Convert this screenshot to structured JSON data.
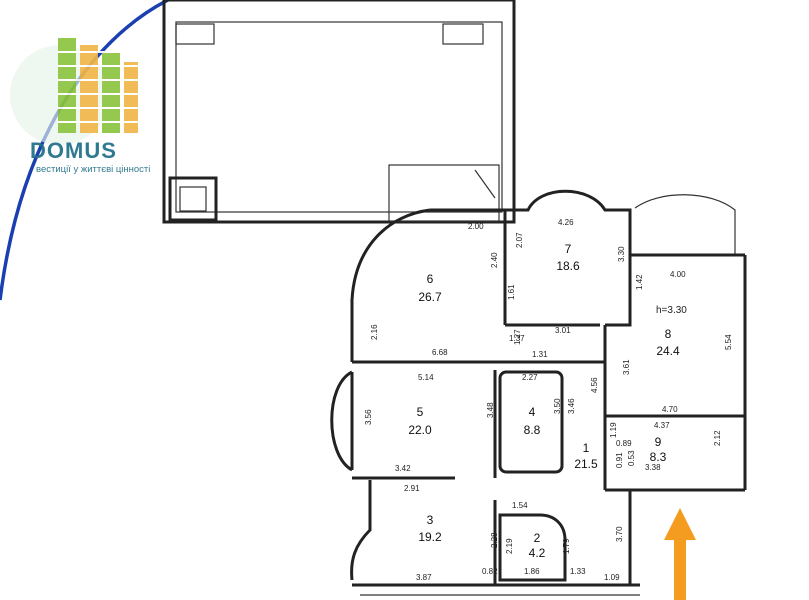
{
  "logo": {
    "brand": "DOMUS",
    "tagline": "вестиції у життєві цінності",
    "colors": {
      "building_green": "#8cc43f",
      "building_orange": "#f0b74a",
      "text": "#1f6f87",
      "arc": "#1a3fb0"
    }
  },
  "height_note": "h=3.30",
  "rooms": [
    {
      "number": "1",
      "area": "21.5"
    },
    {
      "number": "2",
      "area": "4.2"
    },
    {
      "number": "3",
      "area": "19.2"
    },
    {
      "number": "4",
      "area": "8.8"
    },
    {
      "number": "5",
      "area": "22.0"
    },
    {
      "number": "6",
      "area": "26.7"
    },
    {
      "number": "7",
      "area": "18.6"
    },
    {
      "number": "8",
      "area": "24.4"
    },
    {
      "number": "9",
      "area": "8.3"
    }
  ],
  "dimensions": [
    "2.00",
    "2.40",
    "1.61",
    "2.07",
    "4.26",
    "3.30",
    "4.00",
    "1.42",
    "3.01",
    "1.37",
    "1.27",
    "1.31",
    "2.16",
    "6.68",
    "5.14",
    "2.27",
    "3.56",
    "3.48",
    "3.50",
    "3.46",
    "4.56",
    "3.61",
    "5.54",
    "4.70",
    "4.37",
    "1.19",
    "0.89",
    "0.91",
    "0.53",
    "2.12",
    "3.38",
    "3.42",
    "2.91",
    "1.54",
    "2.28",
    "2.19",
    "1.79",
    "3.70",
    "3.87",
    "0.82",
    "1.86",
    "1.33",
    "1.09"
  ],
  "arrow_color": "#f39c1f"
}
